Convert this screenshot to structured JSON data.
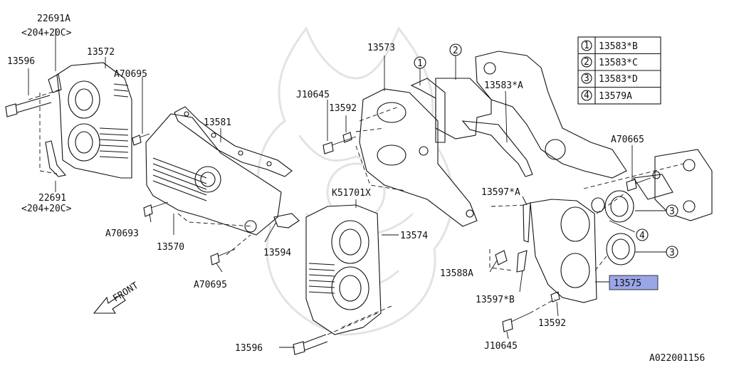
{
  "diagram": {
    "labels": {
      "p22691A": "22691A",
      "p22691A_sub": "<204+20C>",
      "p13596_top": "13596",
      "p13572": "13572",
      "pA70695_top": "A70695",
      "p13581": "13581",
      "p22691": "22691",
      "p22691_sub": "<204+20C>",
      "pA70693": "A70693",
      "p13570": "13570",
      "p13594": "13594",
      "pA70695_bot": "A70695",
      "front": "FRONT",
      "p13573": "13573",
      "pJ10645_top": "J10645",
      "p13592_top": "13592",
      "pK51701X": "K51701X",
      "p13574": "13574",
      "p13596_bot": "13596",
      "p13583A": "13583*A",
      "pA70665": "A70665",
      "p13597A": "13597*A",
      "p13588A": "13588A",
      "p13597B": "13597*B",
      "p13575": "13575",
      "p13592_bot": "13592",
      "pJ10645_bot": "J10645",
      "ref": "A022001156",
      "call1": "1",
      "call2": "2",
      "call3a": "3",
      "call3b": "3",
      "call4": "4"
    },
    "legend": [
      {
        "num": "1",
        "part": "13583*B"
      },
      {
        "num": "2",
        "part": "13583*C"
      },
      {
        "num": "3",
        "part": "13583*D"
      },
      {
        "num": "4",
        "part": "13579A"
      }
    ],
    "highlight_color": "#9aa6e8"
  }
}
